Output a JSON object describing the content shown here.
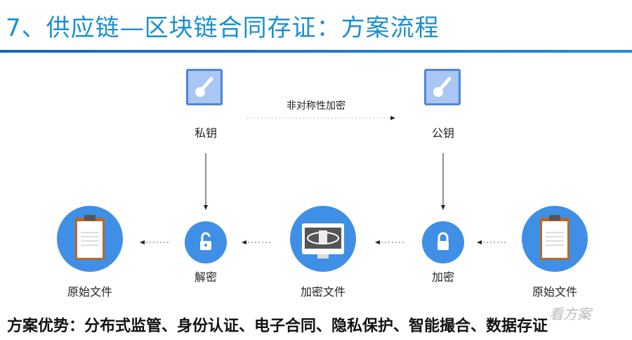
{
  "title": "7、供应链—区块链合同存证：方案流程",
  "private_key": "私钥",
  "public_key": "公钥",
  "asym_label": "非对称性加密",
  "decrypt": "解密",
  "encrypt": "加密",
  "original_file_left": "原始文件",
  "encrypted_file": "加密文件",
  "original_file_right": "原始文件",
  "advantages": "方案优势：分布式监管、身份认证、电子合同、隐私保护、智能撮合、数据存证",
  "watermark": "看方案",
  "colors": {
    "accent": "#1a8fd0",
    "circle": "#3f8fe6"
  }
}
